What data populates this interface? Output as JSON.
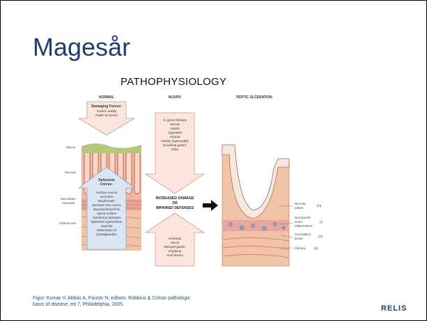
{
  "slide": {
    "title": "Magesår",
    "subtitle": "PATHOPHYSIOLOGY",
    "caption_line1": "Figur: Kumar V, Abbas A, Fausto N, editors: Robbins & Cotran pathologic",
    "caption_line2": "basis of disease, ed 7, Philadelphia, 2005.",
    "logo": "RELIS"
  },
  "figure": {
    "col_normal": "NORMAL",
    "col_injury": "INJURY",
    "col_peptic": "PEPTIC ULCERATION",
    "damaging_title": "Damaging Forces:",
    "damaging_items": [
      "Gastric acidity",
      "Peptic enzymes"
    ],
    "layer_labels": [
      "Mucus",
      "Mucosa",
      "Muscularis",
      "mucosae",
      "Submucosa"
    ],
    "defensive_title": [
      "Defensive",
      "Forces:"
    ],
    "defensive_items": [
      "Surface mucus",
      "secretion",
      "Bicarbonate",
      "secretion into mucus",
      "Mucosal blood flow",
      "Apical surface",
      "membrane transport",
      "Epithelial regenerative",
      "capacity",
      "Elaboration of",
      "prostaglandins"
    ],
    "injury_items": [
      "H. pylori infection",
      "NSAID",
      "Aspirin",
      "Cigarettes",
      "Alcohol",
      "Gastric hyperacidity",
      "Duodenal-gastric",
      "reflux"
    ],
    "increased_lines": [
      "INCREASED DAMAGE",
      "OR",
      "IMPAIRED DEFENSES"
    ],
    "impaired_items": [
      "Ischemia",
      "Shock",
      "Delayed gastric",
      "emptying",
      "Host factors"
    ],
    "ulcer_labels": {
      "necrotic_1": "Necrotic",
      "necrotic_2": "debris",
      "necrotic_code": "(N)",
      "nonspecific_1": "Nonspecific",
      "nonspecific_2": "acute",
      "nonspecific_3": "inflammation",
      "nonspecific_code": "(I)",
      "granulation_1": "Granulation",
      "granulation_2": "tissue",
      "granulation_code": "(G)",
      "fibrosis": "Fibrosis",
      "fibrosis_code": "(S)"
    }
  }
}
